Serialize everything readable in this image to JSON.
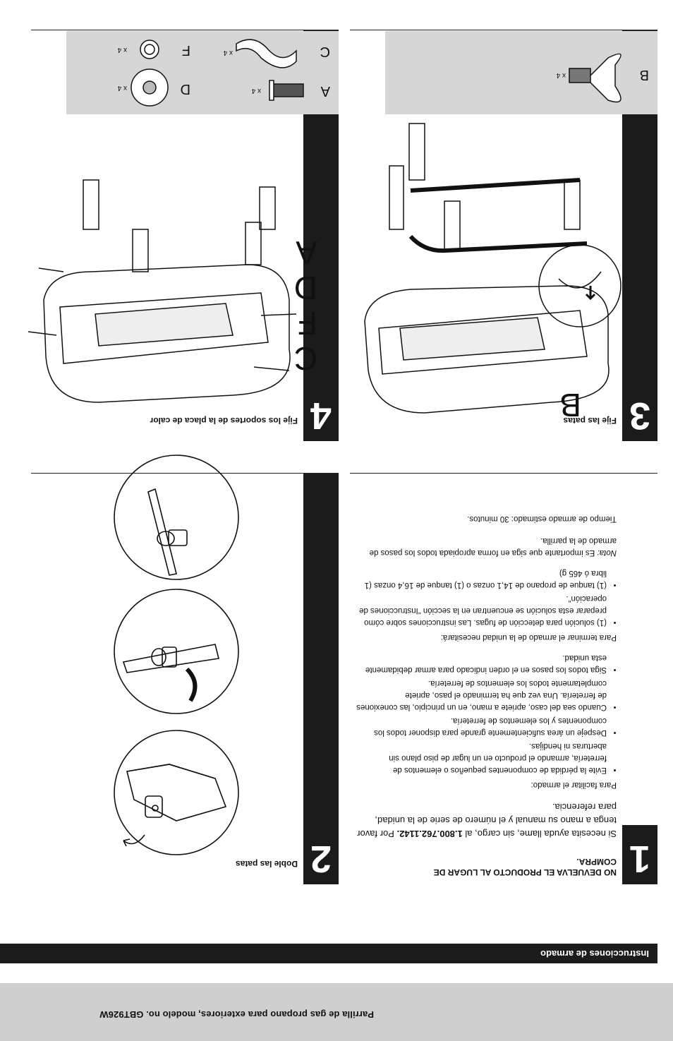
{
  "header": {
    "title": "Parrilla de gas propano para exteriores, modelo no. GBT926W",
    "section": "Instrucciones de armado"
  },
  "step1": {
    "number": "1",
    "title_line1": "NO DEVUELVA EL PRODUCTO AL LUGAR DE",
    "title_line2": "COMPRA.",
    "lead_pre": "Si necesita ayuda llame, sin cargo, al ",
    "phone": "1.800.762.1142.",
    "lead_post": " Por favor tenga a mano su manual y el número de serie de la unidad, para referencia.",
    "facilitate": "Para facilitar el armado:",
    "tips": [
      "Evite la pérdida de componentes pequeños o elementos de ferretería, armando el producto en un lugar de piso plano sin aberturas ni hendijas.",
      "Despeje un área suficientemente grande para disponer todos los componentes y los elementos de ferretería.",
      "Cuando sea del caso, apriete a mano, en un principio, las conexiones de ferretería. Una vez que ha terminado el paso, apriete completamente todos los elementos de ferretería.",
      "Siga todos los pasos en el orden indicado para armar debidamente esta unidad."
    ],
    "needs": "Para terminar el armado de la unidad necesitará:",
    "items": [
      "(1) solución para detección de fugas. Las instrucciones sobre cómo preparar esta solución se encuentran en la sección “Instrucciones de operación”.",
      "(1) tanque de propano de 14,1 onzas o (1) tanque de 16,4 onzas (1 libra ó 465 g)"
    ],
    "note_label": "Nota:",
    "note_text": " Es importante que siga en forma apropiada todos los pasos de armado de la parrilla.",
    "time": "Tiempo de armado estimado: 30 minutos."
  },
  "step2": {
    "number": "2",
    "title": "Doble las patas"
  },
  "step3": {
    "number": "3",
    "title": "Fije las patas",
    "part_b": "B",
    "hardware": [
      {
        "letter": "B",
        "qty": "x 4"
      }
    ]
  },
  "step4": {
    "number": "4",
    "title": "Fije los soportes de la placa de calor",
    "callouts": [
      "C",
      "F",
      "D",
      "A"
    ],
    "hardware": [
      {
        "letter": "A",
        "qty": "x 4"
      },
      {
        "letter": "C",
        "qty": "x 4"
      },
      {
        "letter": "D",
        "qty": "x 4"
      },
      {
        "letter": "F",
        "qty": "x 4"
      }
    ]
  }
}
